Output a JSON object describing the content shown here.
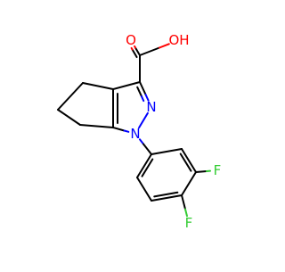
{
  "atoms": {
    "O1": "O",
    "OH": "OH",
    "N2": "N",
    "N1": "N",
    "F3": "F",
    "F4": "F"
  },
  "colors": {
    "bond": "#000000",
    "oxygen": "#ff0000",
    "nitrogen": "#0000ff",
    "fluorine": "#33cc33",
    "background": "#ffffff"
  }
}
